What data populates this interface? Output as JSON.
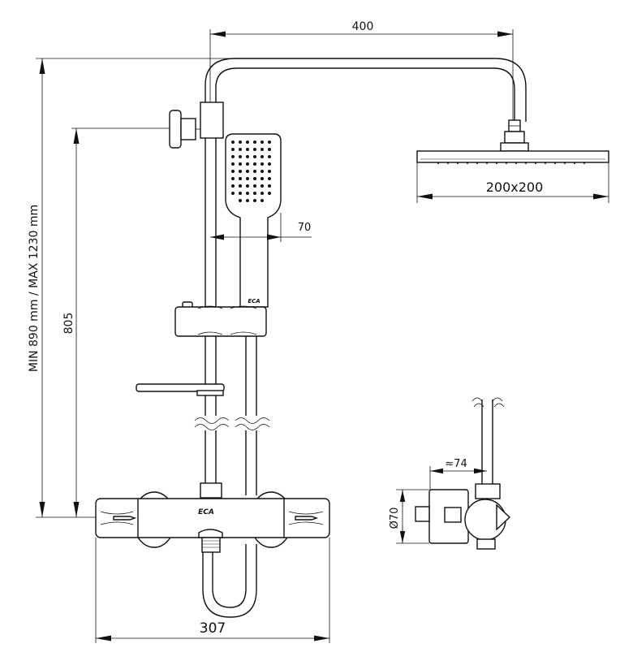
{
  "dimensions": {
    "width_400": "400",
    "head_size": "200x200",
    "hand_offset": "70",
    "height_range": "MIN 890 mm / MAX 1230 mm",
    "height_805": "805",
    "mixer_width": "307",
    "depth_approx": "≈74",
    "diameter": "Ø70"
  },
  "brand": {
    "logo_text": "ECA"
  }
}
